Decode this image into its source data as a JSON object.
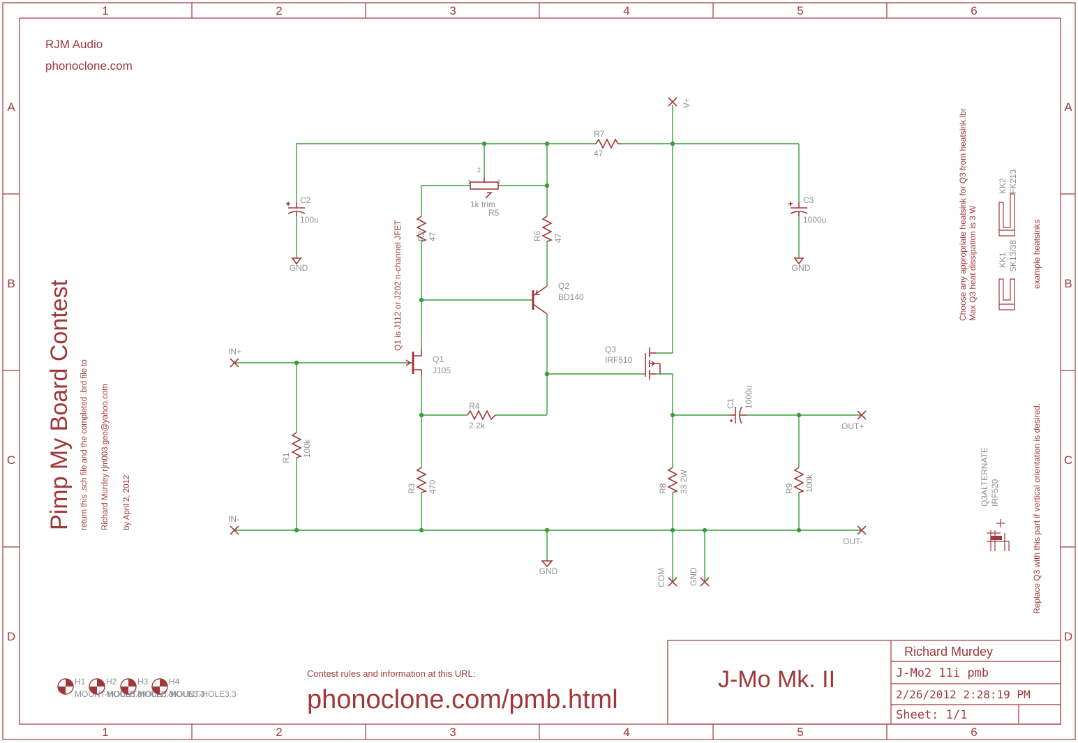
{
  "colors": {
    "frame": "#a0383a",
    "wire": "#3a9c3a",
    "label": "#909090",
    "text": "#a0383a"
  },
  "frame": {
    "columns": [
      "1",
      "2",
      "3",
      "4",
      "5",
      "6"
    ],
    "rows": [
      "A",
      "B",
      "C",
      "D"
    ]
  },
  "header": {
    "company": "RJM Audio",
    "website": "phonoclone.com"
  },
  "side_title": {
    "title": "Pimp My Board Contest",
    "line1": "return this .sch file and the completed .brd file to",
    "line2": "Richard Murdey rjm003.geo@yahoo.com",
    "line3": "by April 2, 2012"
  },
  "notes": {
    "q1_note": "Q1 is J112 or J202 n-channel JFET",
    "heatsink_line1": "Choose any appropriate heatsink for Q3 from heatsink.lbr",
    "heatsink_line2": "Max Q3 heat dissipation is 3 W",
    "example_heatsinks": "example heatsinks",
    "replace_q3": "Replace Q3 with this part if vertical orientation is desired."
  },
  "components": {
    "C2": {
      "name": "C2",
      "value": "100u"
    },
    "C3": {
      "name": "C3",
      "value": "1000u"
    },
    "C1": {
      "name": "C1",
      "value": "1000u"
    },
    "R1": {
      "name": "R1",
      "value": "100k"
    },
    "R2": {
      "name": "R2",
      "value": "47"
    },
    "R3": {
      "name": "R3",
      "value": "470"
    },
    "R4": {
      "name": "R4",
      "value": "2.2k"
    },
    "R5": {
      "name": "R5",
      "value": "1k trim",
      "pin1": "1",
      "pin2": "2",
      "pin3": "3"
    },
    "R6": {
      "name": "R6",
      "value": "47"
    },
    "R7": {
      "name": "R7",
      "value": "47"
    },
    "R8": {
      "name": "R8",
      "value": "33 2W"
    },
    "R9": {
      "name": "R9",
      "value": "100k"
    },
    "Q1": {
      "name": "Q1",
      "value": "J105"
    },
    "Q2": {
      "name": "Q2",
      "value": "BD140"
    },
    "Q3": {
      "name": "Q3",
      "value": "IRF510"
    },
    "Q3ALT": {
      "name": "Q3ALTERNATE",
      "value": "IRF520"
    },
    "KK1": {
      "name": "KK1",
      "value": "SK13/38"
    },
    "KK2": {
      "name": "KK2",
      "value": "FK213"
    }
  },
  "ports": {
    "vplus": "V+",
    "in_plus": "IN+",
    "in_minus": "IN-",
    "out_plus": "OUT+",
    "out_minus": "OUT-",
    "com": "COM",
    "gnd_port": "GND",
    "gnd": "GND"
  },
  "holes": [
    {
      "name": "H1",
      "value": "MOUNT-HOLE3.3"
    },
    {
      "name": "H2",
      "value": "MOUNT-HOLE3.3"
    },
    {
      "name": "H3",
      "value": "MOUNT-HOLE3.3"
    },
    {
      "name": "H4",
      "value": "MOUNT-HOLE3.3"
    }
  ],
  "contest": {
    "info": "Contest rules and information at this URL:",
    "url": "phonoclone.com/pmb.html"
  },
  "title_block": {
    "drawing_title": "J-Mo Mk. II",
    "author": "Richard Murdey",
    "file": "J-Mo2 11i pmb",
    "date": "2/26/2012 2:28:19 PM",
    "sheet": "Sheet: 1/1"
  }
}
